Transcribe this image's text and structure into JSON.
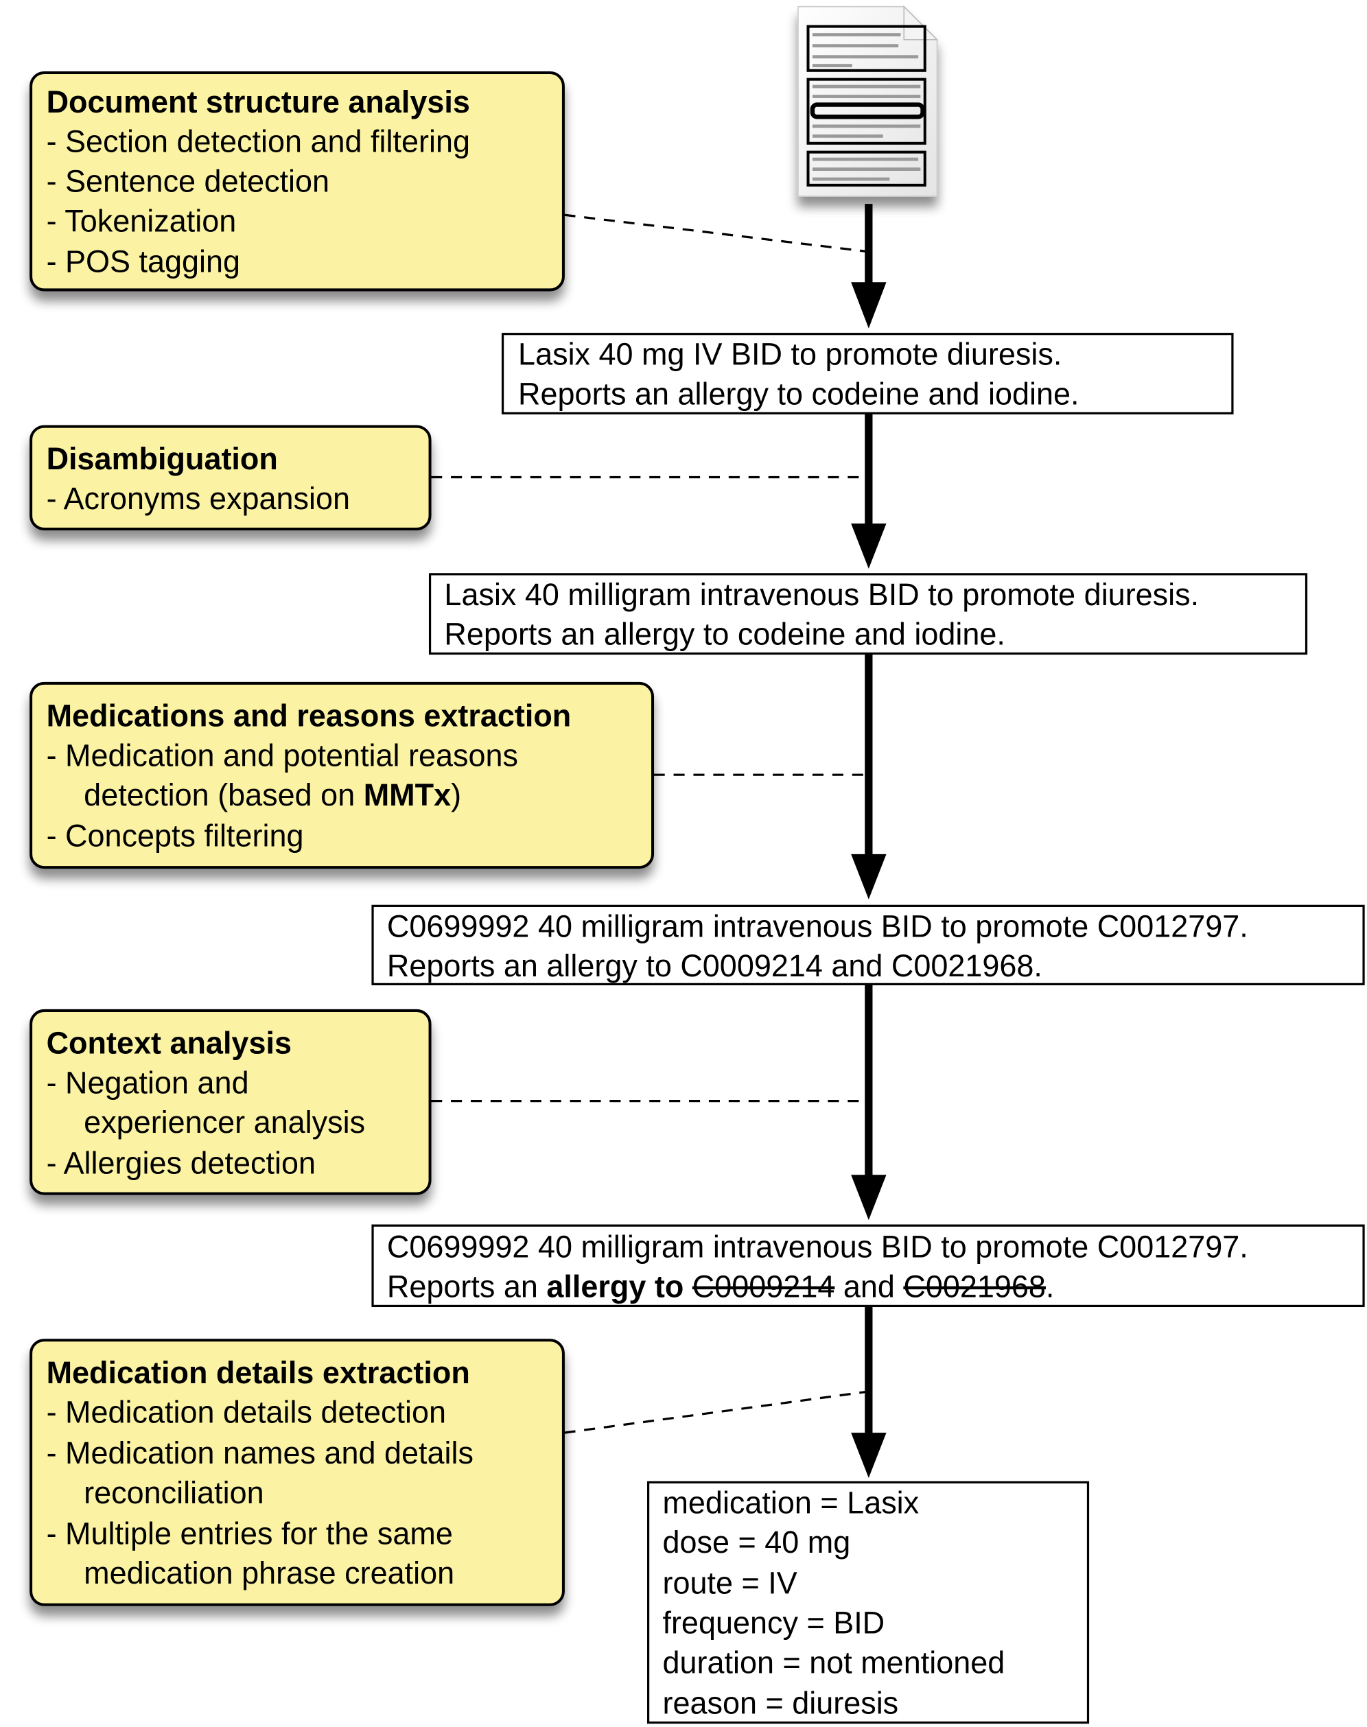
{
  "stages": [
    {
      "title": "Document structure analysis",
      "lines": [
        "- Section detection and filtering",
        "- Sentence detection",
        "- Tokenization",
        "- POS tagging"
      ]
    },
    {
      "title": "Disambiguation",
      "lines": [
        "- Acronyms expansion"
      ]
    },
    {
      "title": "Medications and reasons extraction",
      "lines": [
        "- Medication and potential reasons",
        "detection (based on ",
        "MMTx",
        ")",
        "- Concepts filtering"
      ]
    },
    {
      "title": "Context analysis",
      "lines": [
        "- Negation and",
        "experiencer analysis",
        "- Allergies detection"
      ]
    },
    {
      "title": "Medication details extraction",
      "lines": [
        "- Medication details detection",
        "- Medication names and details",
        "reconciliation",
        "- Multiple entries for the same",
        "medication phrase creation"
      ]
    }
  ],
  "outputs": [
    {
      "lines": [
        "Lasix 40 mg IV BID to promote diuresis.",
        "Reports an allergy to codeine and iodine."
      ]
    },
    {
      "lines": [
        "Lasix 40 milligram intravenous BID to promote diuresis.",
        "Reports an allergy to codeine and iodine."
      ]
    },
    {
      "lines": [
        "C0699992 40 milligram intravenous BID to promote C0012797.",
        "Reports an allergy to C0009214 and C0021968."
      ]
    },
    {
      "lines": [
        "C0699992 40 milligram intravenous BID to promote C0012797."
      ],
      "line2_segments": {
        "plain1": "Reports an ",
        "bold": "allergy to",
        "space": " ",
        "struck1": "C0009214",
        "plain2": " and ",
        "struck2": "C0021968",
        "end": "."
      }
    },
    {
      "lines": [
        "medication = Lasix",
        "dose = 40 mg",
        "route = IV",
        "frequency = BID",
        "duration = not mentioned",
        "reason = diuresis"
      ]
    }
  ],
  "colors": {
    "stage_fill": "#fbf3a3",
    "line": "#000000"
  },
  "icons": {
    "input": "document-icon"
  }
}
